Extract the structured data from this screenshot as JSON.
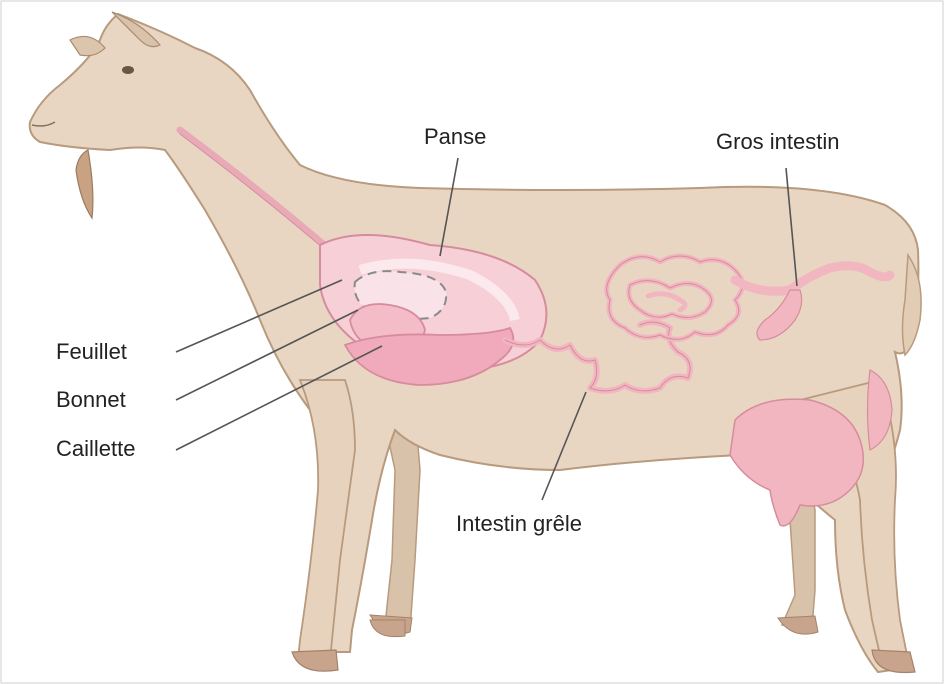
{
  "labels": {
    "panse": "Panse",
    "gros_intestin": "Gros intestin",
    "feuillet": "Feuillet",
    "bonnet": "Bonnet",
    "caillette": "Caillette",
    "intestin_grele": "Intestin grêle"
  },
  "colors": {
    "body": "#e9d6c2",
    "body_outline": "#b89a7e",
    "shadow": "#d2b89c",
    "organ": "#f2b6c1",
    "organ_light": "#f9dde3",
    "organ_outline": "#d68c9c",
    "hoof": "#c9a48c",
    "leader_line": "#555555"
  }
}
